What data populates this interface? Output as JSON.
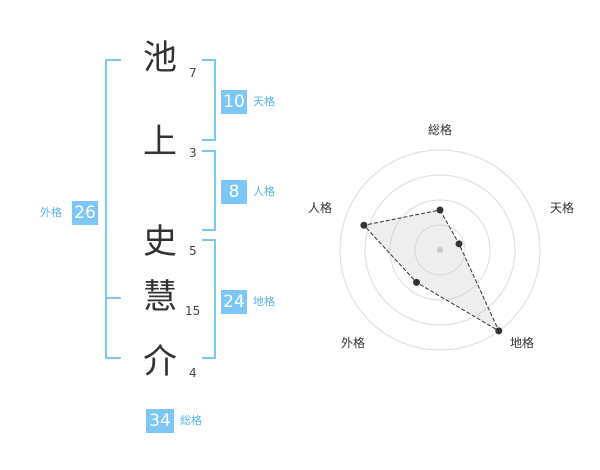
{
  "name_chars": [
    {
      "char": "池",
      "strokes": "7"
    },
    {
      "char": "上",
      "strokes": "3"
    },
    {
      "char": "史",
      "strokes": "5"
    },
    {
      "char": "慧",
      "strokes": "15"
    },
    {
      "char": "介",
      "strokes": "4"
    }
  ],
  "kaku": {
    "tenkaku": {
      "value": "10",
      "label": "天格"
    },
    "jinkaku": {
      "value": "8",
      "label": "人格"
    },
    "chikaku": {
      "value": "24",
      "label": "地格"
    },
    "gaikaku": {
      "value": "26",
      "label": "外格"
    },
    "soukaku": {
      "value": "34",
      "label": "総格"
    }
  },
  "colors": {
    "accent": "#7cc7f5",
    "label": "#59b3ea",
    "text": "#333333"
  },
  "chart_data": {
    "type": "radar",
    "axes": [
      "総格",
      "天格",
      "地格",
      "外格",
      "人格"
    ],
    "values": [
      2,
      1,
      5,
      2,
      4
    ],
    "range": [
      0,
      5
    ],
    "rings": 4
  }
}
